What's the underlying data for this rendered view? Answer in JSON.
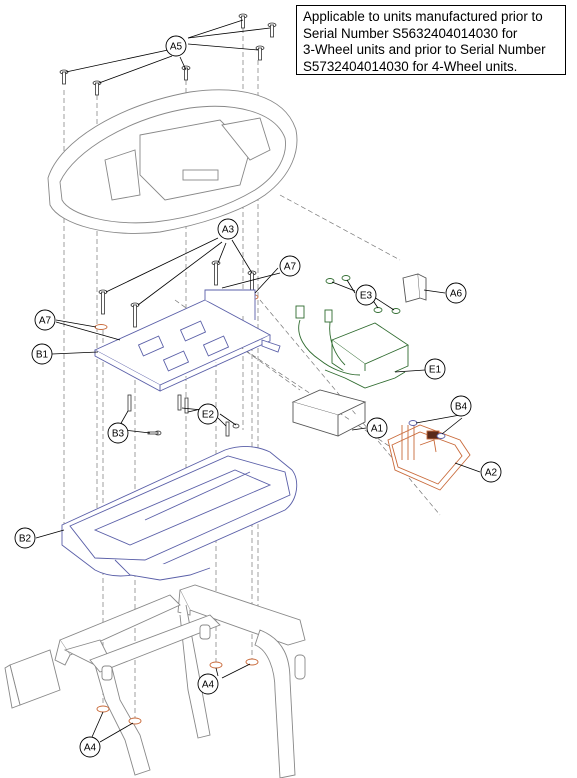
{
  "note": {
    "lines": [
      "Applicable to units manufactured prior to",
      "Serial Number S5632404014030 for",
      "3-Wheel units and prior to Serial Number",
      "S5732404014030 for 4-Wheel units."
    ]
  },
  "callouts": {
    "a5": "A5",
    "a3": "A3",
    "a7_right": "A7",
    "a7_left": "A7",
    "b1": "B1",
    "e3": "E3",
    "a6": "A6",
    "e1": "E1",
    "b4": "B4",
    "b3": "B3",
    "e2": "E2",
    "a1": "A1",
    "a2": "A2",
    "b2": "B2",
    "a4_right": "A4",
    "a4_left": "A4"
  },
  "colors": {
    "line": "#333333",
    "platform": "#5a5fa8",
    "harness": "#2f6b2f",
    "plate": "#c96a3a"
  }
}
